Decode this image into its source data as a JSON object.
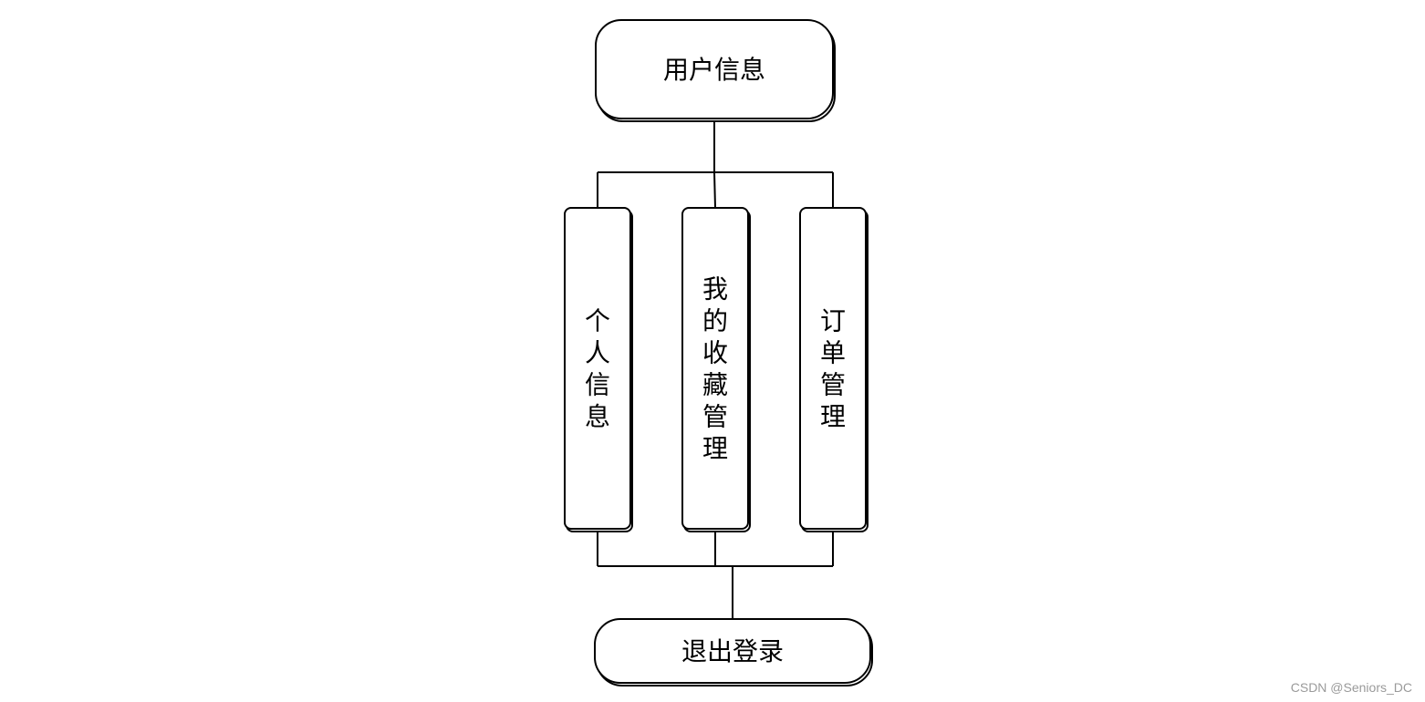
{
  "nodes": {
    "top": {
      "label": "用户信息"
    },
    "left": {
      "label": "个人信息"
    },
    "middle": {
      "label": "我的收藏管理"
    },
    "right": {
      "label": "订单管理"
    },
    "bottom": {
      "label": "退出登录"
    }
  },
  "watermark": "CSDN @Seniors_DC",
  "colors": {
    "stroke": "#000000",
    "fill": "#ffffff",
    "watermark": "#9a9a9a"
  }
}
